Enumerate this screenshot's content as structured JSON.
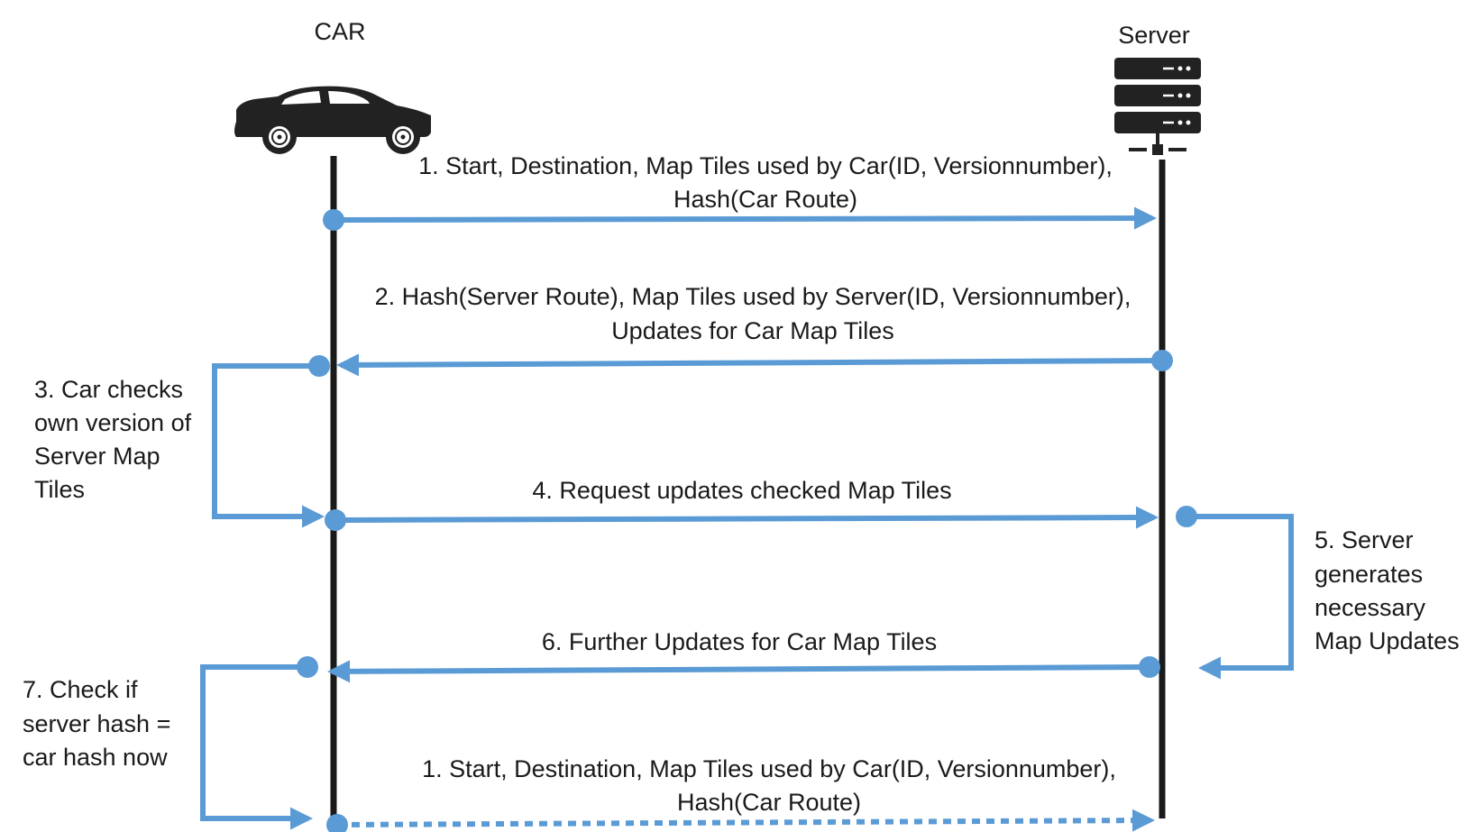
{
  "participants": {
    "car": {
      "title": "CAR"
    },
    "server": {
      "title": "Server"
    }
  },
  "messages": [
    {
      "line1": "1. Start, Destination, Map Tiles used by Car(ID, Versionnumber),",
      "line2": "Hash(Car Route)"
    },
    {
      "line1": "2. Hash(Server Route), Map Tiles used by Server(ID, Versionnumber),",
      "line2": "Updates for Car Map Tiles"
    },
    {
      "line1": "4. Request updates checked Map Tiles"
    },
    {
      "line1": "6. Further Updates for Car Map Tiles"
    },
    {
      "line1": "1. Start, Destination, Map Tiles used by Car(ID, Versionnumber),",
      "line2": "Hash(Car Route)"
    }
  ],
  "self_steps": {
    "car_check": [
      "3. Car checks",
      "own version of",
      "Server Map",
      "Tiles"
    ],
    "server_generate": [
      "5. Server",
      "generates",
      "necessary",
      "Map Updates"
    ],
    "hash_check": [
      "7. Check if",
      "server hash =",
      "car hash now"
    ]
  },
  "icons": {
    "car": "car-icon",
    "server": "server-icon"
  },
  "colors": {
    "flow": "#5b9bd5",
    "lifeline": "#1a1a1a"
  }
}
